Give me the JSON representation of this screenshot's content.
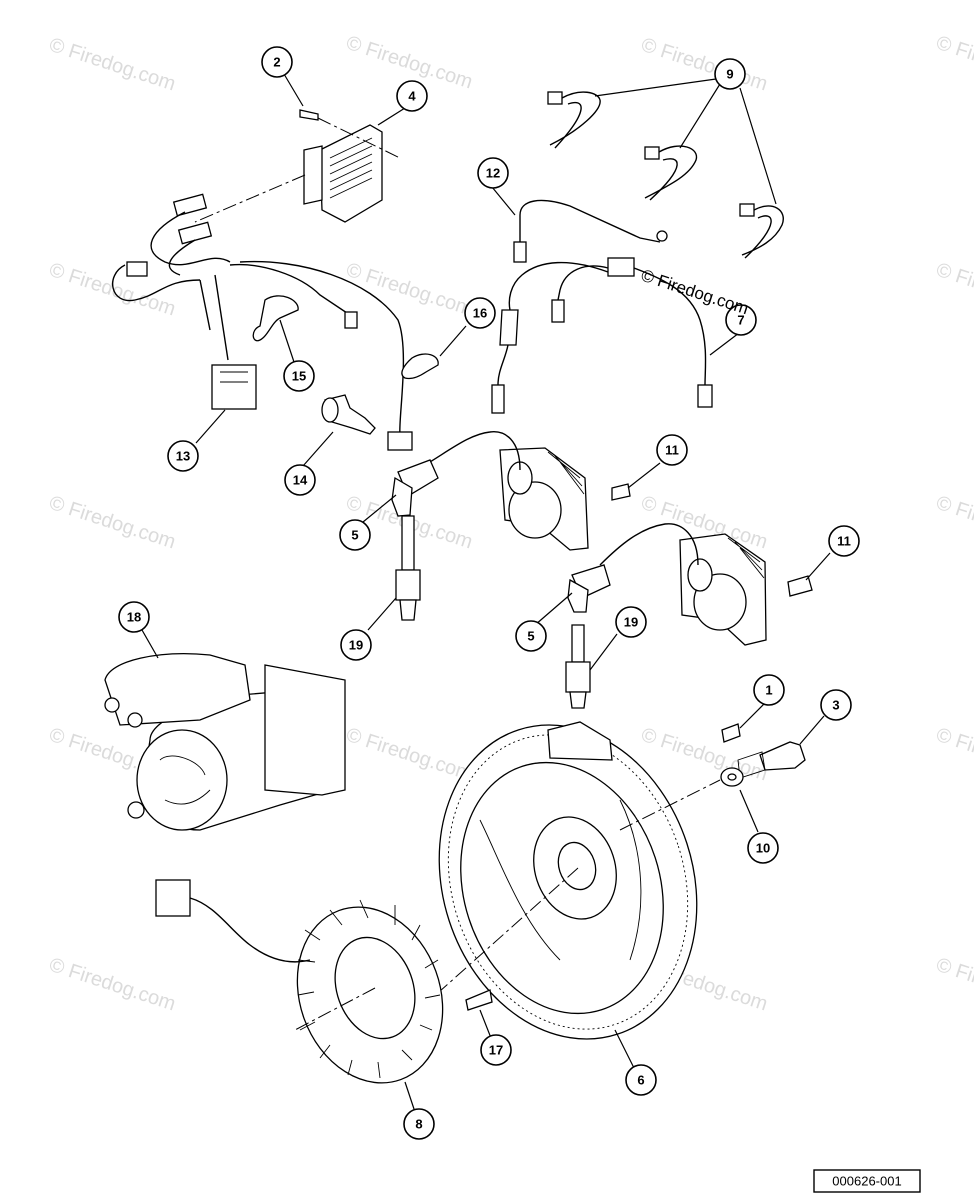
{
  "watermark": {
    "text": "© Firedog.com",
    "foreground_text": "© Firedog.com",
    "color": "#cfcfcf"
  },
  "callouts": {
    "c1": "1",
    "c2": "2",
    "c3": "3",
    "c4": "4",
    "c5a": "5",
    "c5b": "5",
    "c6": "6",
    "c7": "7",
    "c8": "8",
    "c9": "9",
    "c10": "10",
    "c11a": "11",
    "c11b": "11",
    "c12": "12",
    "c13": "13",
    "c14": "14",
    "c15": "15",
    "c16": "16",
    "c17": "17",
    "c18": "18",
    "c19a": "19",
    "c19b": "19"
  },
  "document_number": "000626-001"
}
